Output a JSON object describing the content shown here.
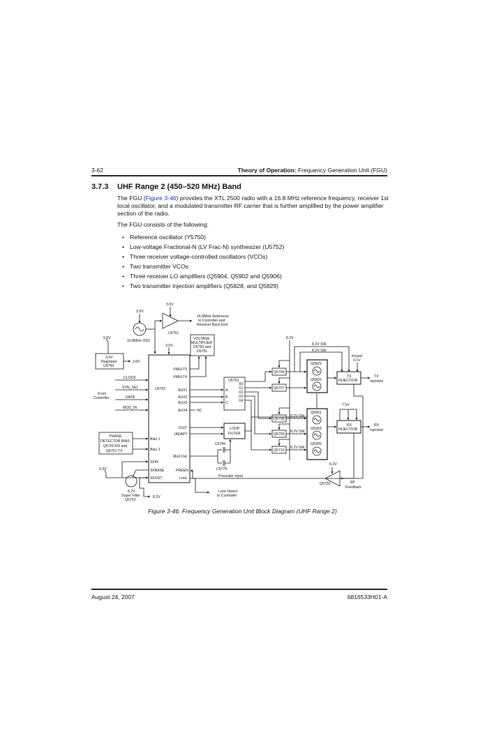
{
  "header": {
    "page_number": "3-62",
    "section_bold": "Theory of Operation:",
    "section_rest": "Frequency Generation Unit (FGU)"
  },
  "section": {
    "number": "3.7.3",
    "title": "UHF Range 2 (450–520 MHz) Band"
  },
  "body": {
    "para1_pre": "The FGU (",
    "para1_link": "Figure 3-46",
    "para1_post": ") provides the XTL 2500 radio with a 16.8 MHz reference frequency, receiver 1st local oscillator, and a modulated transmitter RF carrier that is further amplified by the power amplifier section of the radio.",
    "para2": "The FGU consists of the following:",
    "bullets": [
      "Reference oscillator (Y5750)",
      "Low-voltage Fractional-N (LV Frac-N) synthesizer (U5752)",
      "Three receiver voltage-controlled oscillators (VCOs)",
      "Two transmitter VCOs",
      "Three receiver LO amplifiers (Q5904, Q5902 and Q5906)",
      "Two transmitter injection amplifiers (Q5828, and Q5829)"
    ]
  },
  "diagram": {
    "labels": {
      "v30_osc": "3.0V",
      "v30_amp": "3.0V",
      "osc": "16.8MHz OSC",
      "u5751": "U5751",
      "ref_out_1": "16.8MHz Reference",
      "ref_out_2": "to Controller and",
      "ref_out_3": "Receiver Back End",
      "v50": "5.0V",
      "reg_1": "3.0V",
      "reg_2": "Regulator",
      "reg_3": "U5750",
      "reg_out": "3.0V",
      "v30_u5752": "3.0V",
      "vm_1": "VOLTAGE",
      "vm_2": "MULTIPLIER",
      "vm_3": "D5750 and",
      "vm_4": "D5751",
      "vmult3": "VMULT3",
      "vmult4": "VMULT4",
      "u5752": "U5752",
      "clock": "CLOCK",
      "syn_sel": "SYN_SEL",
      "data": "DATA",
      "mod_in": "MOD_IN",
      "from_ctrl_1": "From",
      "from_ctrl_2": "Controller",
      "aux1": "AUX1",
      "aux2": "AUX2",
      "aux3": "AUX3",
      "aux4": "AUX4",
      "nc": "NC",
      "iout": "IOUT",
      "iadapt": "IADAPT",
      "bias1": "Bias 1",
      "bias2": "Bias 2",
      "mod_out": "Mod Out",
      "sfin": "SFIN",
      "sfbase": "SFBASE",
      "sfout": "SFOUT",
      "preen": "PREEN",
      "lock": "Lock",
      "pdb_1": "PHASE",
      "pdb_2": "DETECTOR BIAS",
      "pdb_3": "Q5750 RX and",
      "pdb_4": "Q5751  TX",
      "v93": "9.3V",
      "sf_v": "8.2V",
      "sf_1": "Super Filter",
      "sf_2": "Q5752",
      "sf_out": "8.2V",
      "u5753": "U5753",
      "a": "A",
      "b": "B",
      "c": "C",
      "x0": "X0",
      "x1": "X1",
      "x2": "X2",
      "x3": "X3",
      "x4": "X4",
      "lf_1": "LOOP",
      "lf_2": "FILTER",
      "c5760": "C5760",
      "c5779": "C5779",
      "prescaler": "Prescaler Input",
      "lock_det_1": "Lock Detect",
      "lock_det_2": "to Controller",
      "v82_top": "8.2V",
      "sw1": "8.2V SW",
      "sw2": "8.2V SW",
      "q5706": "Q5706",
      "q5707": "Q5707",
      "q5708": "Q5708",
      "q5709": "Q5709",
      "q5710": "Q5710",
      "sw3": "8.2V SW",
      "sw4": "8.2V SW",
      "sw5": "8.2V SW",
      "q5825": "Q5825",
      "q5826": "Q5826",
      "q5901": "Q5901",
      "q5903": "Q5903",
      "q5905": "Q5905",
      "keyed_1": "Keyed",
      "keyed_2": "9.1V",
      "txi_1": "TX",
      "txi_2": "INJECTION",
      "tx_out_1": "TX",
      "tx_out_2": "Injection",
      "v75": "7.5V",
      "rxi_1": "RX",
      "rxi_2": "INJECTION",
      "rx_out_1": "RX",
      "rx_out_2": "Injection",
      "v82_q5755": "8.2V",
      "q5755": "Q5755",
      "rf_fb_1": "RF",
      "rf_fb_2": "Feedback"
    }
  },
  "caption": "Figure 3-46.  Frequency Generation Unit Block Diagram (UHF Range 2)",
  "footer": {
    "date": "August 24, 2007",
    "doc_number": "6816533H01-A"
  }
}
